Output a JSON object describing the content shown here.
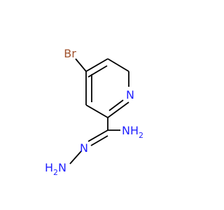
{
  "molecule": {
    "atoms": {
      "br": {
        "label": "Br",
        "color": "#a0522d"
      },
      "n_ring": {
        "label": "N",
        "color": "#1f1fff"
      },
      "nh2": {
        "label": "NH",
        "sub": "2",
        "color": "#1f1fff"
      },
      "n_imine": {
        "label": "N",
        "color": "#1f1fff"
      },
      "h2n": {
        "label": "H",
        "sub": "2",
        "tail": "N",
        "color": "#1f1fff"
      }
    },
    "bond_color": "#000000"
  }
}
